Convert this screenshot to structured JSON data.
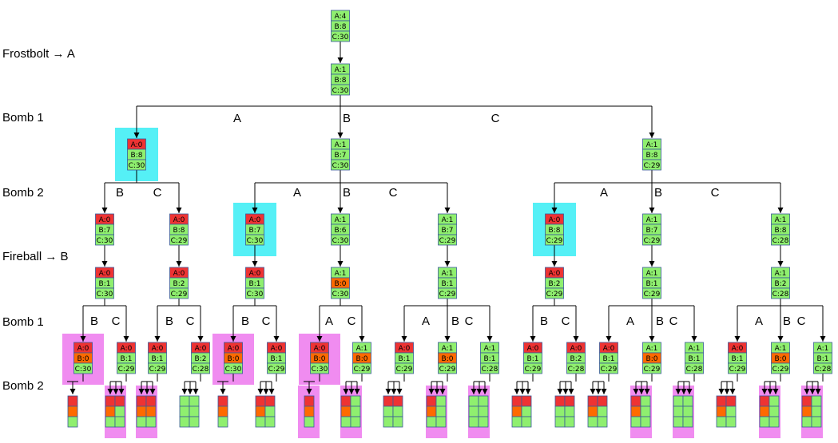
{
  "row_labels": [
    "Frostbolt → A",
    "Bomb 1",
    "Bomb 2",
    "Fireball → B",
    "Bomb 1",
    "Bomb 2"
  ],
  "colors": {
    "alive": "#8fef6f",
    "dead": "#ee3333",
    "damaged": "#ff6a00",
    "highlight_cyan": "#55f0f6",
    "highlight_pink": "#f08cf0",
    "cell_border": "#3a5a9a",
    "line": "#000000"
  },
  "nodes": [
    {
      "A": "A:4",
      "B": "B:8",
      "C": "C:30"
    },
    {
      "A": "A:1",
      "B": "B:8",
      "C": "C:30"
    },
    {
      "A": "A:0",
      "B": "B:8",
      "C": "C:30"
    },
    {
      "A": "A:1",
      "B": "B:7",
      "C": "C:30"
    },
    {
      "A": "A:1",
      "B": "B:8",
      "C": "C:29"
    },
    {
      "A": "A:0",
      "B": "B:7",
      "C": "C:30"
    },
    {
      "A": "A:0",
      "B": "B:8",
      "C": "C:29"
    },
    {
      "A": "A:0",
      "B": "B:7",
      "C": "C:30"
    },
    {
      "A": "A:1",
      "B": "B:6",
      "C": "C:30"
    },
    {
      "A": "A:1",
      "B": "B:7",
      "C": "C:29"
    },
    {
      "A": "A:0",
      "B": "B:8",
      "C": "C:29"
    },
    {
      "A": "A:1",
      "B": "B:7",
      "C": "C:29"
    },
    {
      "A": "A:1",
      "B": "B:8",
      "C": "C:28"
    },
    {
      "A": "A:0",
      "B": "B:1",
      "C": "C:30"
    },
    {
      "A": "A:0",
      "B": "B:2",
      "C": "C:29"
    },
    {
      "A": "A:0",
      "B": "B:1",
      "C": "C:30"
    },
    {
      "A": "A:1",
      "B": "B:0",
      "C": "C:30"
    },
    {
      "A": "A:1",
      "B": "B:1",
      "C": "C:29"
    },
    {
      "A": "A:0",
      "B": "B:2",
      "C": "C:29"
    },
    {
      "A": "A:1",
      "B": "B:1",
      "C": "C:29"
    },
    {
      "A": "A:1",
      "B": "B:2",
      "C": "C:28"
    },
    {
      "A": "A:0",
      "B": "B:0",
      "C": "C:30"
    },
    {
      "A": "A:0",
      "B": "B:1",
      "C": "C:29"
    },
    {
      "A": "A:0",
      "B": "B:1",
      "C": "C:29"
    },
    {
      "A": "A:0",
      "B": "B:2",
      "C": "C:28"
    },
    {
      "A": "A:0",
      "B": "B:0",
      "C": "C:30"
    },
    {
      "A": "A:0",
      "B": "B:1",
      "C": "C:29"
    },
    {
      "A": "A:0",
      "B": "B:0",
      "C": "C:30"
    },
    {
      "A": "A:1",
      "B": "B:0",
      "C": "C:29"
    },
    {
      "A": "A:0",
      "B": "B:1",
      "C": "C:29"
    },
    {
      "A": "A:1",
      "B": "B:0",
      "C": "C:29"
    },
    {
      "A": "A:1",
      "B": "B:1",
      "C": "C:28"
    },
    {
      "A": "A:0",
      "B": "B:1",
      "C": "C:29"
    },
    {
      "A": "A:0",
      "B": "B:2",
      "C": "C:28"
    },
    {
      "A": "A:0",
      "B": "B:1",
      "C": "C:29"
    },
    {
      "A": "A:1",
      "B": "B:0",
      "C": "C:29"
    },
    {
      "A": "A:1",
      "B": "B:1",
      "C": "C:28"
    },
    {
      "A": "A:0",
      "B": "B:1",
      "C": "C:29"
    },
    {
      "A": "A:1",
      "B": "B:0",
      "C": "C:29"
    },
    {
      "A": "A:1",
      "B": "B:1",
      "C": "C:28"
    }
  ],
  "edge_labels": [
    "A",
    "B",
    "C",
    "B",
    "C",
    "A",
    "B",
    "C",
    "A",
    "B",
    "C",
    "B",
    "C",
    "B",
    "C",
    "B",
    "C",
    "A",
    "C",
    "A",
    "B",
    "C",
    "B",
    "C",
    "A",
    "B",
    "C",
    "A",
    "B",
    "C"
  ],
  "leaf_minis": [
    {
      "cols": 1,
      "cells": [
        "dead",
        "damaged",
        "alive"
      ]
    },
    {
      "cols": 2,
      "cells": [
        "dead",
        "dead",
        "damaged",
        "alive",
        "alive",
        "alive"
      ]
    },
    {
      "cols": 2,
      "cells": [
        "dead",
        "dead",
        "damaged",
        "damaged",
        "alive",
        "alive"
      ]
    },
    {
      "cols": 2,
      "cells": [
        "alive",
        "alive",
        "alive",
        "alive",
        "alive",
        "alive"
      ]
    },
    {
      "cols": 1,
      "cells": [
        "dead",
        "damaged",
        "alive"
      ]
    },
    {
      "cols": 2,
      "cells": [
        "dead",
        "dead",
        "damaged",
        "alive",
        "alive",
        "alive"
      ]
    },
    {
      "cols": 1,
      "cells": [
        "dead",
        "damaged",
        "alive"
      ]
    },
    {
      "cols": 2,
      "cells": [
        "dead",
        "alive",
        "damaged",
        "alive",
        "alive",
        "alive"
      ]
    },
    {
      "cols": 2,
      "cells": [
        "dead",
        "dead",
        "alive",
        "alive",
        "alive",
        "alive"
      ]
    },
    {
      "cols": 2,
      "cells": [
        "dead",
        "alive",
        "damaged",
        "alive",
        "alive",
        "alive"
      ]
    },
    {
      "cols": 2,
      "cells": [
        "alive",
        "alive",
        "alive",
        "alive",
        "alive",
        "alive"
      ]
    },
    {
      "cols": 2,
      "cells": [
        "dead",
        "dead",
        "damaged",
        "alive",
        "alive",
        "alive"
      ]
    },
    {
      "cols": 2,
      "cells": [
        "dead",
        "dead",
        "alive",
        "alive",
        "alive",
        "alive"
      ]
    },
    {
      "cols": 2,
      "cells": [
        "dead",
        "dead",
        "damaged",
        "alive",
        "alive",
        "alive"
      ]
    },
    {
      "cols": 2,
      "cells": [
        "dead",
        "alive",
        "damaged",
        "alive",
        "alive",
        "alive"
      ]
    },
    {
      "cols": 2,
      "cells": [
        "alive",
        "alive",
        "alive",
        "alive",
        "alive",
        "alive"
      ]
    },
    {
      "cols": 2,
      "cells": [
        "dead",
        "dead",
        "damaged",
        "alive",
        "alive",
        "alive"
      ]
    },
    {
      "cols": 2,
      "cells": [
        "dead",
        "alive",
        "damaged",
        "alive",
        "alive",
        "alive"
      ]
    },
    {
      "cols": 2,
      "cells": [
        "dead",
        "alive",
        "damaged",
        "alive",
        "alive",
        "alive"
      ]
    }
  ]
}
